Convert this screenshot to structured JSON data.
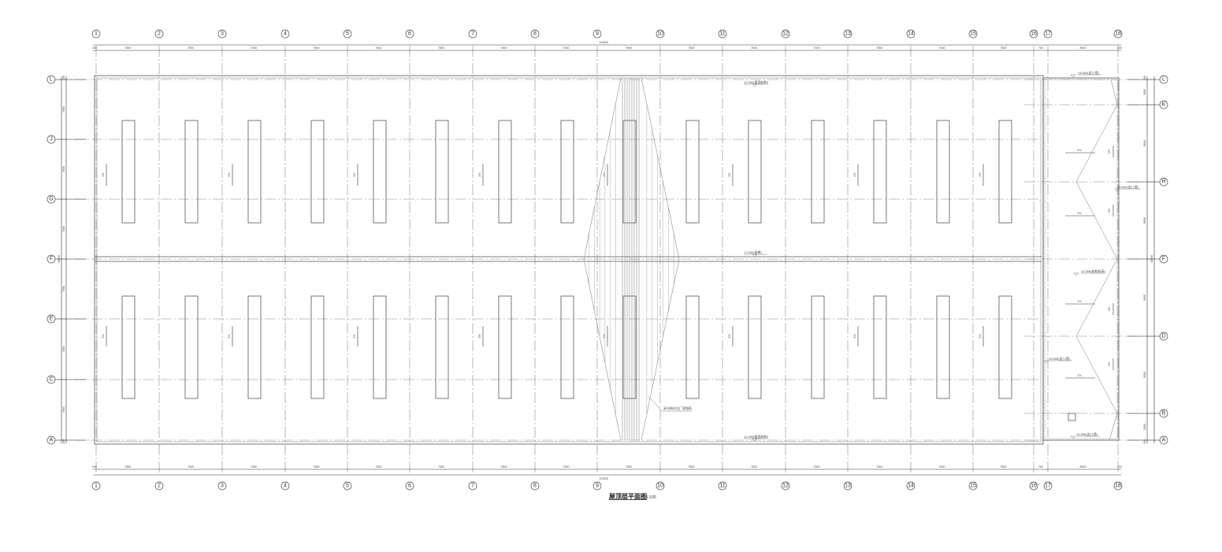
{
  "drawing": {
    "title": "屋顶层平面图",
    "scale": "1:100",
    "column_axes": [
      "1",
      "2",
      "3",
      "4",
      "5",
      "6",
      "7",
      "8",
      "9",
      "10",
      "11",
      "12",
      "13",
      "14",
      "15",
      "16",
      "17",
      "18"
    ],
    "row_axes_left": [
      "L",
      "J",
      "G",
      "F",
      "E",
      "C",
      "A"
    ],
    "row_axes_right": [
      "L",
      "K",
      "H",
      "F",
      "D",
      "B",
      "A"
    ],
    "column_dims": [
      "200",
      "7500",
      "7500",
      "7500",
      "7500",
      "7500",
      "7500",
      "7500",
      "7500",
      "7500",
      "7500",
      "7500",
      "7500",
      "7500",
      "7500",
      "7500",
      "750",
      "8900",
      "200"
    ],
    "total_dim": "119500",
    "left_row_dims": [
      "200",
      "7500",
      "7500",
      "7500",
      "7500",
      "7500",
      "7500",
      "200"
    ],
    "total_row_dim": "45000",
    "right_row_dims": [
      "200",
      "3000",
      "9000",
      "9000",
      "9000",
      "9000",
      "3000",
      "200"
    ],
    "elevations": {
      "top": "12.000(屋面结构)",
      "middle": "17.000(屋脊)",
      "bottom": "12.000(屋面结构)",
      "right_top": "13.500(女儿墙)",
      "right_h": "13.500(女儿墙)",
      "right_mid": "12.300(结构标高)",
      "right_low": "13.500(女儿墙)",
      "right_bottom": "13.500(女儿墙)"
    },
    "slope_label": "1%",
    "slope_label_right": "2%",
    "skylight_note": "采光带详见厂家图纸"
  }
}
